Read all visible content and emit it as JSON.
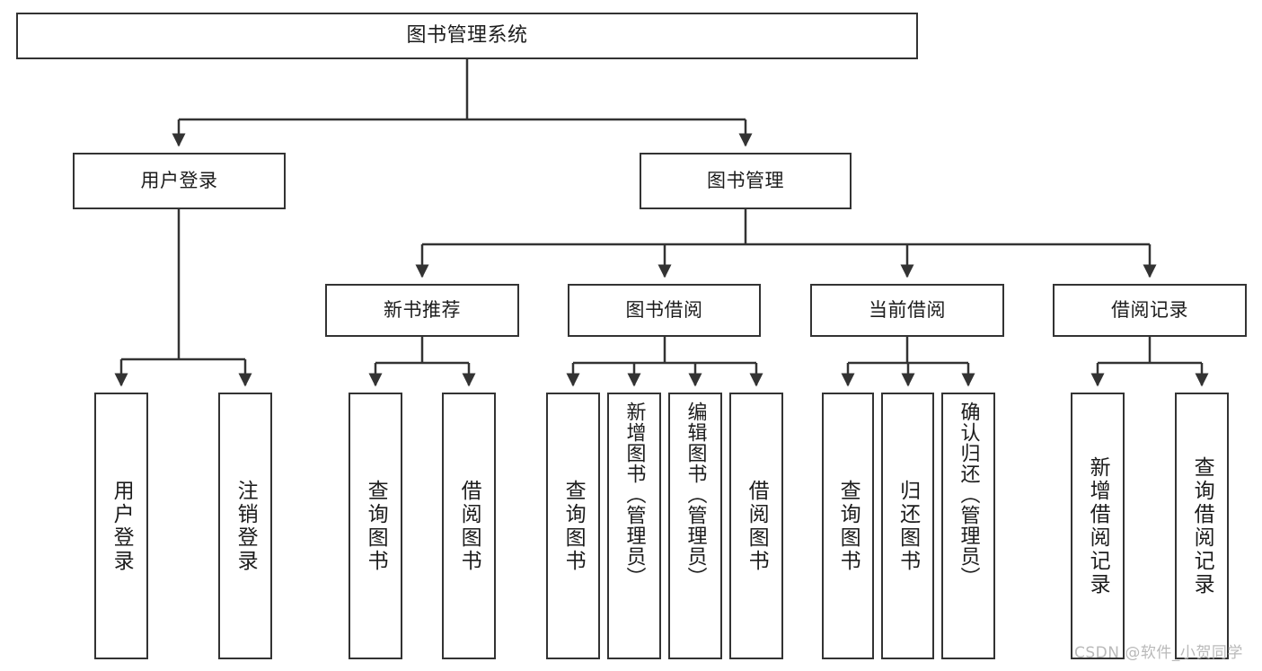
{
  "diagram": {
    "title": "图书管理系统",
    "type": "tree-hierarchy",
    "watermark": "CSDN @软件_小贺同学",
    "stroke_color": "#333333",
    "fill_color": "#FFFFFF",
    "text_color": "#1C1C1C"
  },
  "nodes": {
    "root": {
      "label": "图书管理系统",
      "level": 1
    },
    "level2": [
      {
        "id": "user-login",
        "label": "用户登录"
      },
      {
        "id": "book-manage",
        "label": "图书管理"
      }
    ],
    "level3": [
      {
        "id": "new-book-rec",
        "label": "新书推荐"
      },
      {
        "id": "book-borrow",
        "label": "图书借阅"
      },
      {
        "id": "current-borrow",
        "label": "当前借阅"
      },
      {
        "id": "borrow-record",
        "label": "借阅记录"
      }
    ],
    "leaves": {
      "user_login": [
        {
          "id": "leaf-user-login",
          "label": "用户登录"
        },
        {
          "id": "leaf-logout",
          "label": "注销登录"
        }
      ],
      "new_book_rec": [
        {
          "id": "leaf-query-book-1",
          "label": "查询图书"
        },
        {
          "id": "leaf-borrow-book-1",
          "label": "借阅图书"
        }
      ],
      "book_borrow": [
        {
          "id": "leaf-query-book-2",
          "label": "查询图书"
        },
        {
          "id": "leaf-add-book",
          "label": "新增图书（管理员）"
        },
        {
          "id": "leaf-edit-book",
          "label": "编辑图书（管理员）"
        },
        {
          "id": "leaf-borrow-book-2",
          "label": "借阅图书"
        }
      ],
      "current_borrow": [
        {
          "id": "leaf-query-book-3",
          "label": "查询图书"
        },
        {
          "id": "leaf-return-book",
          "label": "归还图书"
        },
        {
          "id": "leaf-confirm-return",
          "label": "确认归还（管理员）"
        }
      ],
      "borrow_record": [
        {
          "id": "leaf-add-record",
          "label": "新增借阅记录"
        },
        {
          "id": "leaf-query-record",
          "label": "查询借阅记录"
        }
      ]
    }
  }
}
